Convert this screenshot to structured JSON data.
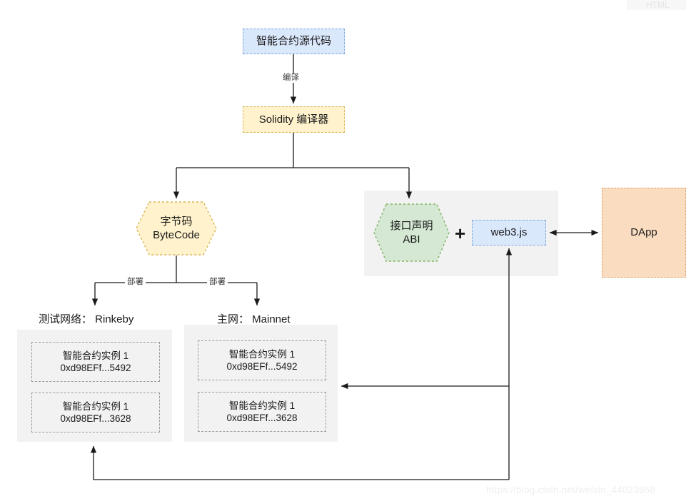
{
  "diagram": {
    "title_fragment": "HTML",
    "watermark": "https://blog.csdn.net/weixin_44023658",
    "colors": {
      "blue_fill": "#dae8fc",
      "blue_stroke": "#7ea6d9",
      "yellow_fill": "#fff2cc",
      "yellow_stroke": "#d6b656",
      "green_fill": "#d5e8d4",
      "green_stroke": "#82b366",
      "orange_fill": "#fadcc0",
      "orange_stroke": "#d79b60",
      "group_fill": "#f2f2f2",
      "instance_stroke": "#999999",
      "edge_stroke": "#1a1a1a"
    },
    "nodes": {
      "source_code": "智能合约源代码",
      "compiler": "Solidity 编译器",
      "bytecode": "字节码\nByteCode",
      "abi": "接口声明\nABI",
      "plus": "+",
      "web3": "web3.js",
      "dapp": "DApp"
    },
    "labels": {
      "compile": "编译",
      "deploy_left": "部署",
      "deploy_right": "部署",
      "testnet": "测试网络： Rinkeby",
      "mainnet": "主网： Mainnet"
    },
    "testnet_instances": [
      {
        "name": "智能合约实例 1",
        "address": "0xd98EFf...5492"
      },
      {
        "name": "智能合约实例 1",
        "address": "0xd98EFf...3628"
      }
    ],
    "mainnet_instances": [
      {
        "name": "智能合约实例 1",
        "address": "0xd98EFf...5492"
      },
      {
        "name": "智能合约实例 1",
        "address": "0xd98EFf...3628"
      }
    ]
  }
}
